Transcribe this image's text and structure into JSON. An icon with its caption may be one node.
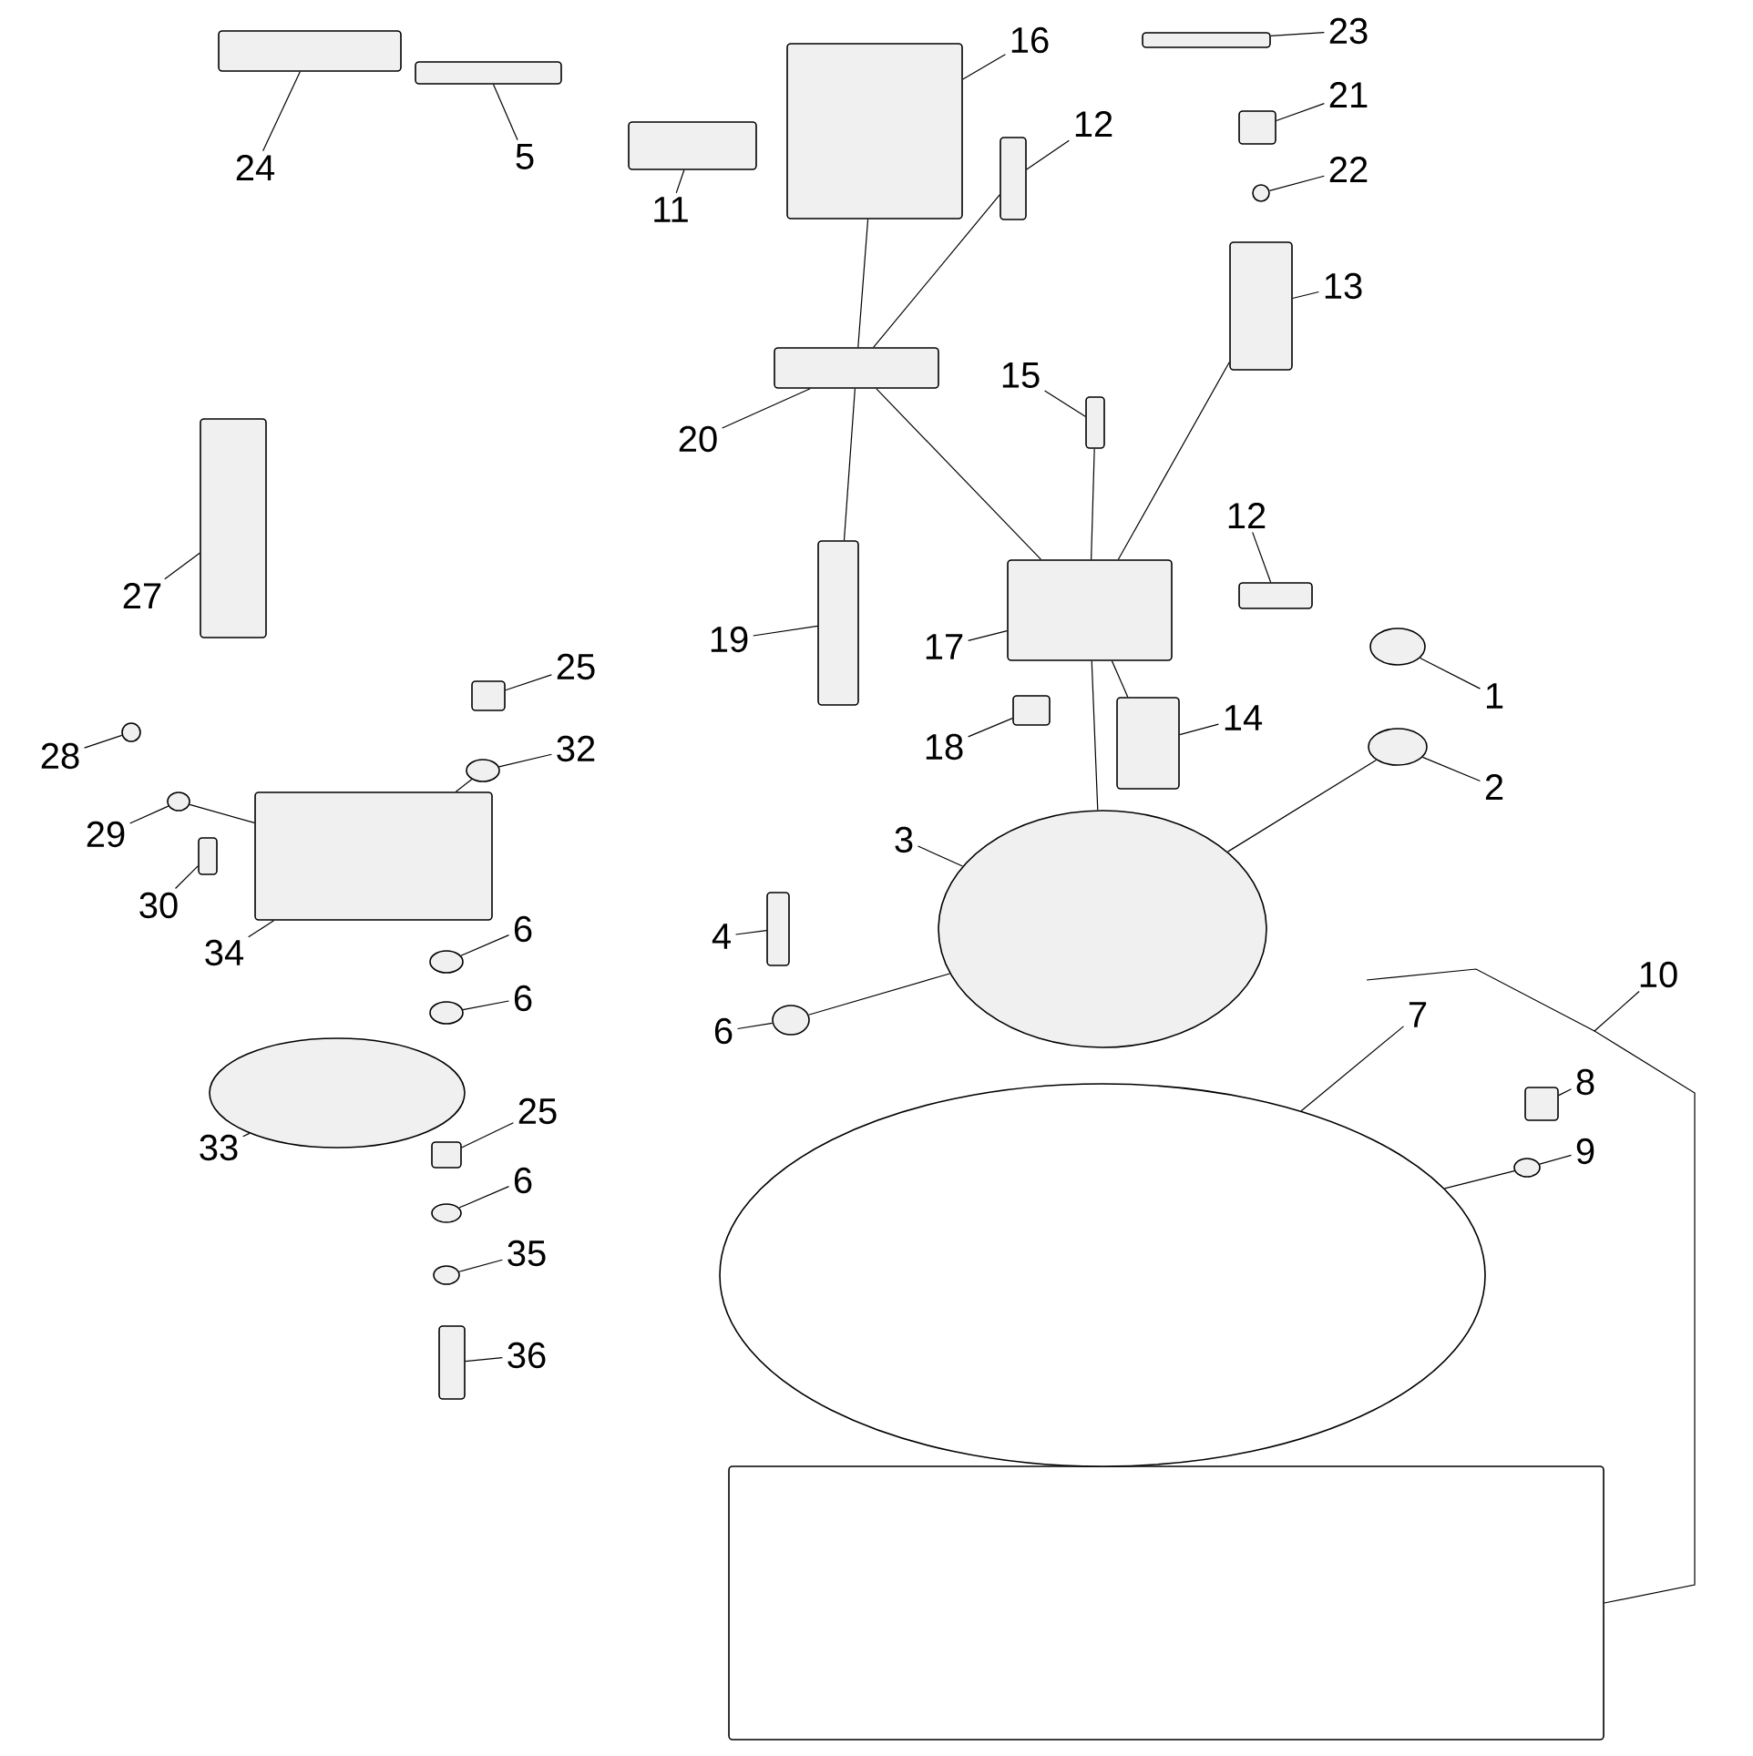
{
  "diagram": {
    "nodes": [
      {
        "text": [
          "24"
        ]
      },
      {
        "text": [],
        "shape": "box"
      },
      {
        "text": [
          "5"
        ]
      },
      {
        "text": [],
        "shape": "box"
      },
      {
        "text": [
          "11"
        ]
      },
      {
        "text": [],
        "shape": "box"
      },
      {
        "text": [
          "16"
        ]
      },
      {
        "text": [],
        "shape": "box"
      },
      {
        "text": [
          "12"
        ]
      },
      {
        "text": [],
        "shape": "box"
      },
      {
        "text": [
          "23"
        ]
      },
      {
        "text": [],
        "shape": "box"
      },
      {
        "text": [
          "21"
        ]
      },
      {
        "text": [],
        "shape": "box"
      },
      {
        "text": [
          "22"
        ]
      },
      {
        "text": [],
        "shape": "circle"
      },
      {
        "text": [
          "13"
        ]
      },
      {
        "text": [],
        "shape": "box"
      },
      {
        "text": [
          "20"
        ]
      },
      {
        "text": [],
        "shape": "box"
      },
      {
        "text": [
          "15"
        ]
      },
      {
        "text": [],
        "shape": "box"
      },
      {
        "text": [
          "12"
        ]
      },
      {
        "text": [],
        "shape": "box"
      },
      {
        "text": [
          "19"
        ]
      },
      {
        "text": [],
        "shape": "box"
      },
      {
        "text": [
          "17"
        ]
      },
      {
        "text": [],
        "shape": "box"
      },
      {
        "text": [
          "18"
        ]
      },
      {
        "text": [],
        "shape": "box"
      },
      {
        "text": [
          "14"
        ]
      },
      {
        "text": [],
        "shape": "box"
      },
      {
        "text": [
          "1"
        ]
      },
      {
        "text": [],
        "shape": "circle"
      },
      {
        "text": [
          "2"
        ]
      },
      {
        "text": [],
        "shape": "circle"
      },
      {
        "text": [
          "3"
        ]
      },
      {
        "text": [],
        "shape": "circle"
      },
      {
        "text": [
          "4"
        ]
      },
      {
        "text": [],
        "shape": "box"
      },
      {
        "text": [
          "6"
        ]
      },
      {
        "text": [],
        "shape": "circle"
      },
      {
        "text": [
          "7"
        ]
      },
      {
        "text": [],
        "shape": "circle"
      },
      {
        "text": [
          "10"
        ]
      },
      {
        "text": [],
        "shape": "box"
      },
      {
        "text": [
          "8"
        ]
      },
      {
        "text": [],
        "shape": "box"
      },
      {
        "text": [
          "9"
        ]
      },
      {
        "text": [],
        "shape": "circle"
      },
      {
        "text": [
          "25"
        ]
      },
      {
        "text": [],
        "shape": "box"
      },
      {
        "text": [
          "32"
        ]
      },
      {
        "text": [],
        "shape": "circle"
      },
      {
        "text": [
          "28"
        ]
      },
      {
        "text": [],
        "shape": "circle"
      },
      {
        "text": [
          "29"
        ]
      },
      {
        "text": [],
        "shape": "circle"
      },
      {
        "text": [
          "30"
        ]
      },
      {
        "text": [],
        "shape": "box"
      },
      {
        "text": [
          "34"
        ]
      },
      {
        "text": [],
        "shape": "box"
      },
      {
        "text": [
          "27"
        ]
      },
      {
        "text": [],
        "shape": "box"
      },
      {
        "text": [
          "6"
        ]
      },
      {
        "text": [],
        "shape": "circle"
      },
      {
        "text": [
          "6"
        ]
      },
      {
        "text": [],
        "shape": "circle"
      },
      {
        "text": [
          "25"
        ]
      },
      {
        "text": [],
        "shape": "box"
      },
      {
        "text": [
          "6"
        ]
      },
      {
        "text": [],
        "shape": "circle"
      },
      {
        "text": [
          "35"
        ]
      },
      {
        "text": [],
        "shape": "circle"
      },
      {
        "text": [
          "36"
        ]
      },
      {
        "text": [],
        "shape": "box"
      },
      {
        "text": [
          "33"
        ]
      },
      {
        "text": [],
        "shape": "circle"
      }
    ],
    "edges": [
      {
        "from": 0,
        "to": 1,
        "arrow": "none"
      },
      {
        "from": 2,
        "to": 3,
        "arrow": "none"
      },
      {
        "from": 4,
        "to": 5,
        "arrow": "none"
      },
      {
        "from": 6,
        "to": 7,
        "arrow": "none"
      },
      {
        "from": 8,
        "to": 9,
        "arrow": "none"
      },
      {
        "from": 10,
        "to": 11,
        "arrow": "none"
      },
      {
        "from": 12,
        "to": 13,
        "arrow": "none"
      },
      {
        "from": 14,
        "to": 15,
        "arrow": "none"
      },
      {
        "from": 16,
        "to": 17,
        "arrow": "none"
      },
      {
        "from": 18,
        "to": 19,
        "arrow": "none"
      },
      {
        "from": 20,
        "to": 21,
        "arrow": "none"
      },
      {
        "from": 22,
        "to": 23,
        "arrow": "none"
      },
      {
        "from": 24,
        "to": 25,
        "arrow": "none"
      },
      {
        "from": 26,
        "to": 27,
        "arrow": "none"
      },
      {
        "from": 28,
        "to": 29,
        "arrow": "none"
      },
      {
        "from": 30,
        "to": 31,
        "arrow": "none"
      },
      {
        "from": 32,
        "to": 33,
        "arrow": "none"
      },
      {
        "from": 34,
        "to": 35,
        "arrow": "none"
      },
      {
        "from": 36,
        "to": 37,
        "arrow": "none"
      },
      {
        "from": 38,
        "to": 39,
        "arrow": "none"
      },
      {
        "from": 40,
        "to": 41,
        "arrow": "none"
      },
      {
        "from": 42,
        "to": 43,
        "arrow": "none"
      },
      {
        "from": 44,
        "to": 45,
        "arrow": "none"
      },
      {
        "from": 46,
        "to": 47,
        "arrow": "none"
      },
      {
        "from": 48,
        "to": 49,
        "arrow": "none"
      },
      {
        "from": 50,
        "to": 51,
        "arrow": "none"
      },
      {
        "from": 52,
        "to": 53,
        "arrow": "none"
      },
      {
        "from": 54,
        "to": 55,
        "arrow": "none"
      },
      {
        "from": 56,
        "to": 57,
        "arrow": "none"
      },
      {
        "from": 58,
        "to": 59,
        "arrow": "none"
      },
      {
        "from": 60,
        "to": 61,
        "arrow": "none"
      },
      {
        "from": 62,
        "to": 63,
        "arrow": "none"
      },
      {
        "from": 64,
        "to": 65,
        "arrow": "none"
      },
      {
        "from": 66,
        "to": 67,
        "arrow": "none"
      },
      {
        "from": 68,
        "to": 69,
        "arrow": "none"
      },
      {
        "from": 70,
        "to": 71,
        "arrow": "none"
      },
      {
        "from": 72,
        "to": 73,
        "arrow": "none"
      },
      {
        "from": 74,
        "to": 75,
        "arrow": "none"
      },
      {
        "from": 76,
        "to": 77,
        "arrow": "none"
      },
      {
        "from": 7,
        "to": 19,
        "arrow": "none"
      },
      {
        "from": 9,
        "to": 19,
        "arrow": "none"
      },
      {
        "from": 19,
        "to": 27,
        "arrow": "none"
      },
      {
        "from": 17,
        "to": 27,
        "arrow": "none"
      },
      {
        "from": 21,
        "to": 27,
        "arrow": "none"
      },
      {
        "from": 19,
        "to": 25,
        "arrow": "none"
      },
      {
        "from": 27,
        "to": 37,
        "arrow": "none"
      },
      {
        "from": 31,
        "to": 27,
        "arrow": "none"
      },
      {
        "from": 35,
        "to": 37,
        "arrow": "none"
      },
      {
        "from": 41,
        "to": 37,
        "arrow": "none"
      },
      {
        "from": 49,
        "to": 43,
        "arrow": "none"
      },
      {
        "from": 53,
        "to": 61,
        "arrow": "none"
      },
      {
        "from": 57,
        "to": 61,
        "arrow": "none"
      }
    ]
  }
}
